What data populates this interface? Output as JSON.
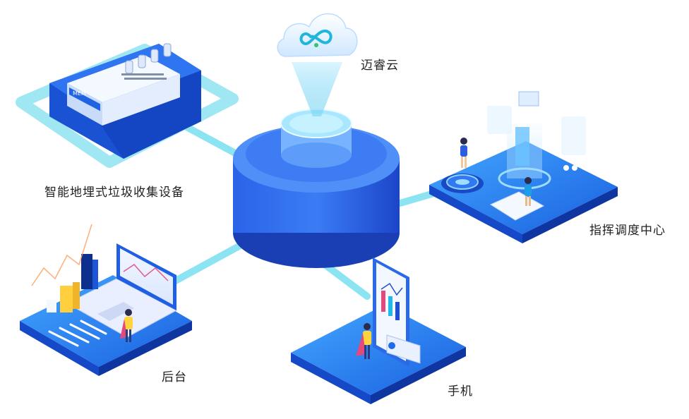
{
  "labels": {
    "cloud": "迈睿云",
    "device": "智能地埋式垃圾收集设备",
    "dispatch": "指挥调度中心",
    "backend": "后台",
    "phone": "手机"
  },
  "device_badge": "MEM",
  "colors": {
    "primary_blue": "#1e5fe0",
    "deep_blue": "#1340b8",
    "cyan_link": "#7ee6f2",
    "light_blue": "#4aa8ff",
    "pale_panel": "#eaf2ff"
  }
}
